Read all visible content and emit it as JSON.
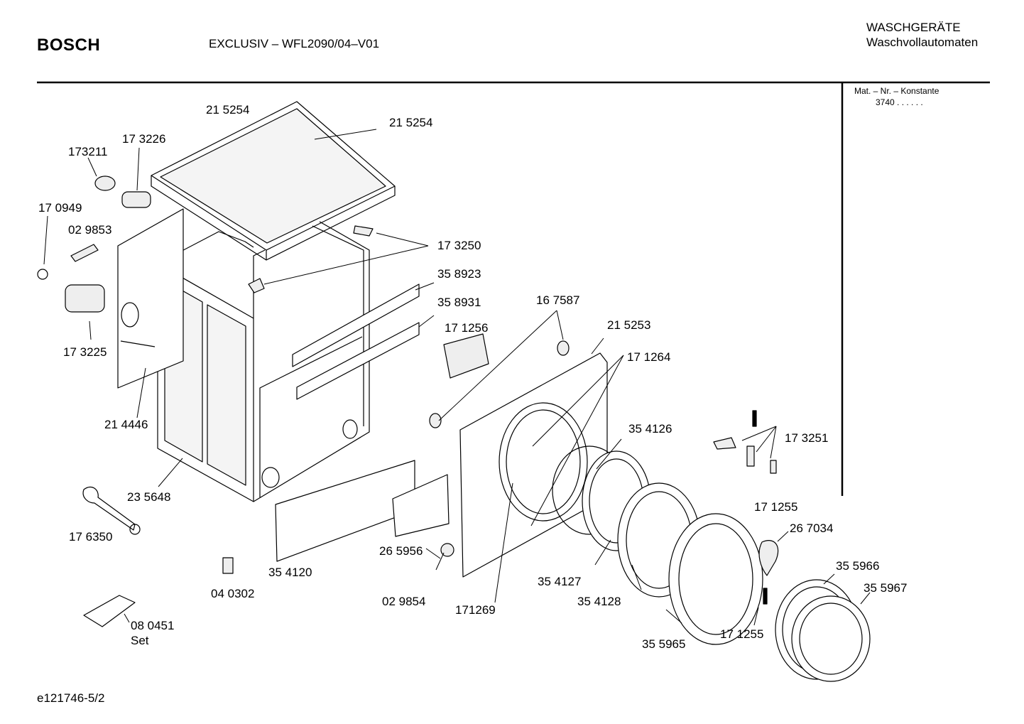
{
  "header": {
    "brand": "BOSCH",
    "model": "EXCLUSIV – WFL2090/04–V01",
    "category_line1": "WASCHGERÄTE",
    "category_line2": "Waschvollautomaten"
  },
  "side_panel": {
    "line1": "Mat. – Nr. – Konstante",
    "line2": "3740  .  .   .  .  .  ."
  },
  "footer": {
    "ref": "e121746-5/2"
  },
  "part_labels": [
    "21 5254",
    "21 5254",
    "17 3226",
    "173211",
    "17 0949",
    "02 9853",
    "17 3250",
    "35 8923",
    "35 8931",
    "17 1256",
    "16 7587",
    "21 5253",
    "17 1264",
    "17 3225",
    "21 4446",
    "35 4126",
    "17 3251",
    "23 5648",
    "17 6350",
    "26 5956",
    "35 4120",
    "17 1255",
    "26 7034",
    "04 0302",
    "02 9854",
    "171269",
    "35 4127",
    "35 4128",
    "35 5966",
    "35 5967",
    "08 0451",
    "Set",
    "35 5965",
    "17 1255"
  ]
}
